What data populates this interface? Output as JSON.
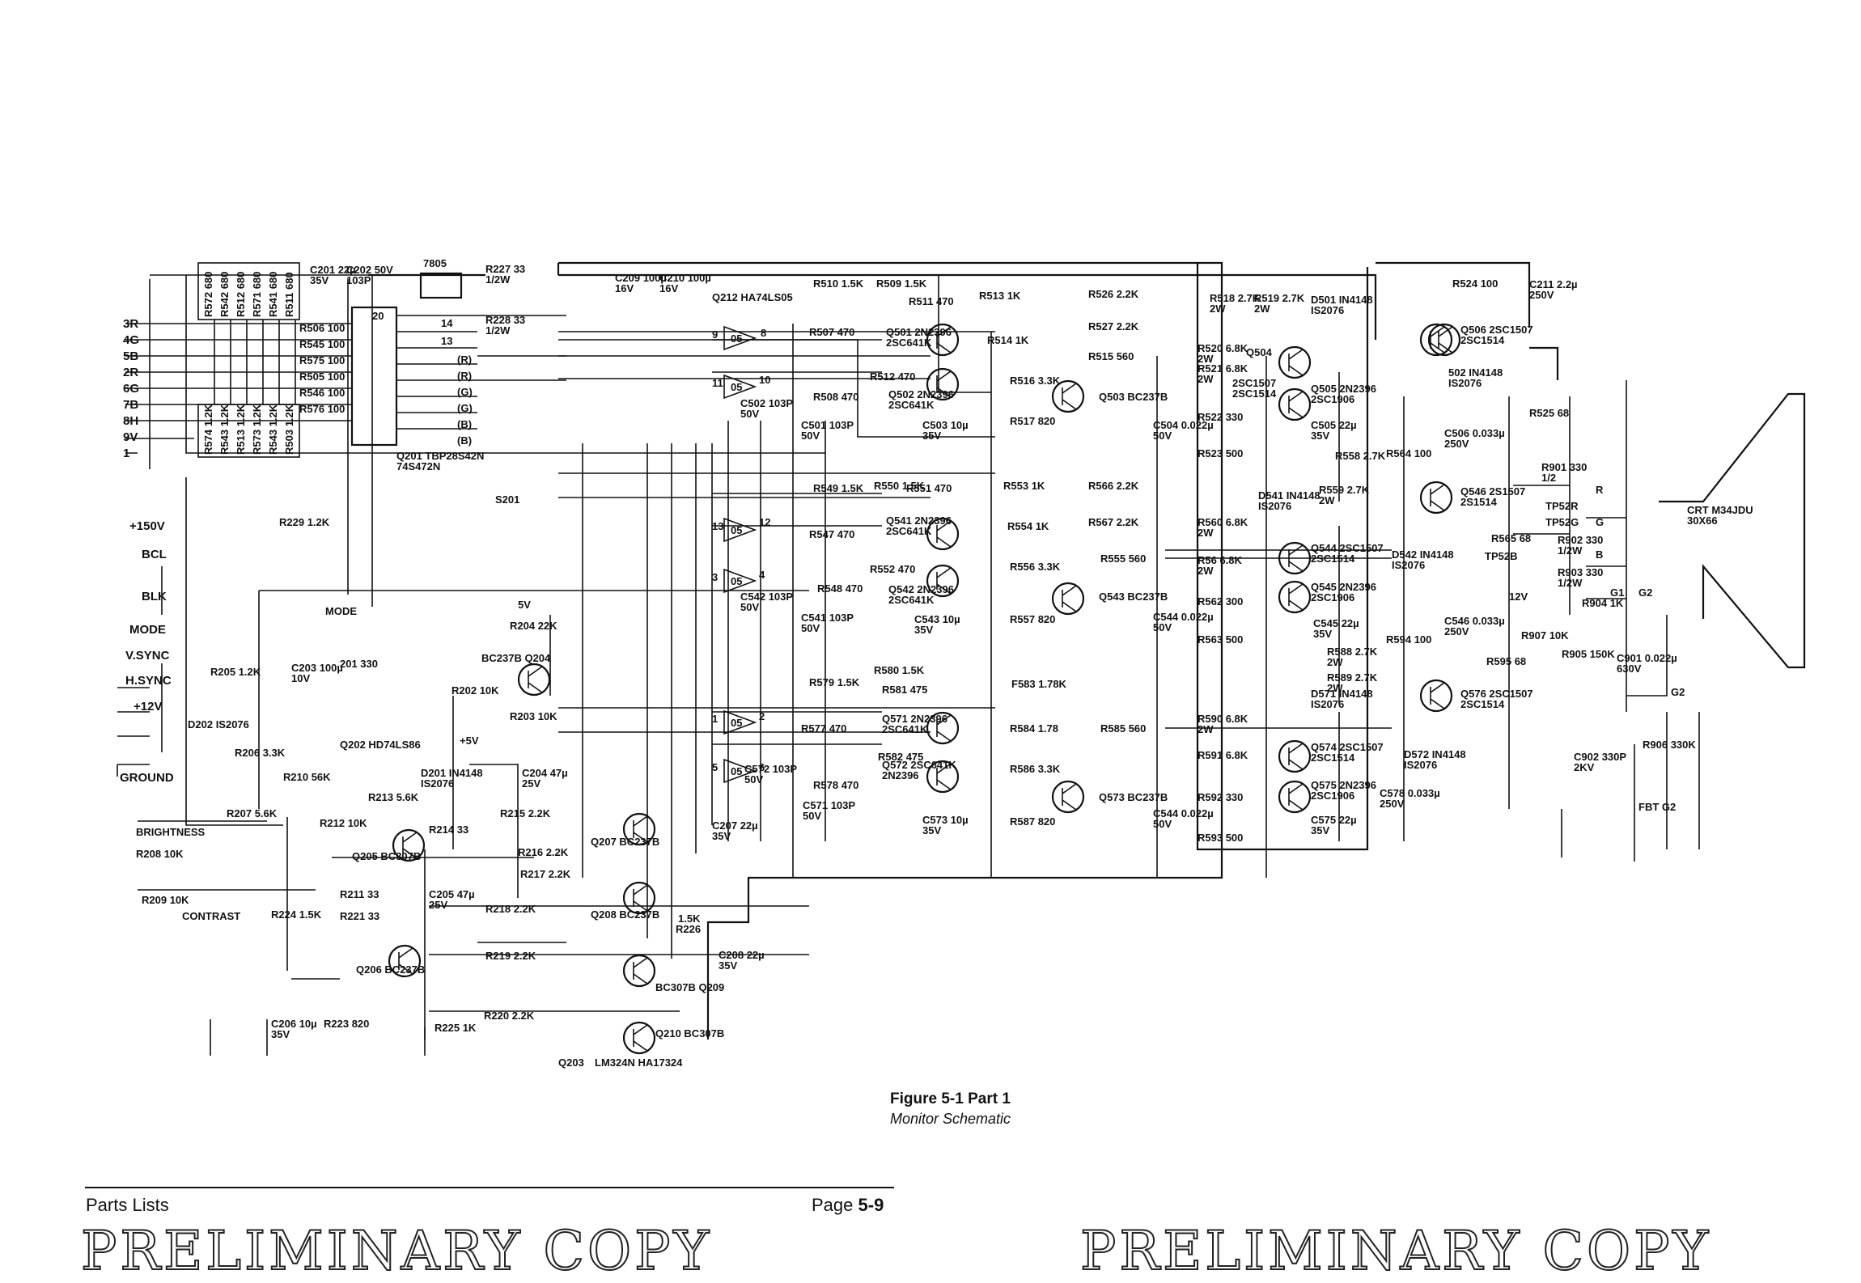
{
  "figure": {
    "title": "Figure 5-1 Part 1",
    "subtitle": "Monitor Schematic"
  },
  "footer": {
    "section": "Parts Lists",
    "page_label": "Page",
    "page_number": "5-9"
  },
  "watermark": {
    "left": "PRELIMINARY COPY",
    "right": "PRELIMINARY COPY"
  },
  "connector": {
    "pins": [
      "3R",
      "4G",
      "5B",
      "2R",
      "6G",
      "7B",
      "8H",
      "9V",
      "1"
    ],
    "vertical_resistors": [
      "R572 680",
      "R542 680",
      "R512 680",
      "R571 680",
      "R541 680",
      "R511 680"
    ],
    "lower_resistors": [
      "R574 1.2K",
      "R543 1.2K",
      "R513 1.2K",
      "R573 1.2K",
      "R543 1.2K",
      "R503 1.2K"
    ]
  },
  "inputs": [
    {
      "label": "+150V"
    },
    {
      "label": "BCL"
    },
    {
      "label": "BLK"
    },
    {
      "label": "MODE"
    },
    {
      "label": "V.SYNC"
    },
    {
      "label": "H.SYNC"
    },
    {
      "label": "+12V"
    },
    {
      "label": "GROUND"
    }
  ],
  "parts": {
    "c201": "C201 22µ 35V",
    "c202": "C202 50V 103P",
    "reg": "7805",
    "r227": "R227 33 1/2W",
    "r228": "R228 33 1/2W",
    "pin_20": "20",
    "pin_14": "14",
    "pin_13": "13",
    "q201": "Q201 TBP28S42N 74S472N",
    "rgb_lines": [
      "(R)",
      "(R)",
      "(G)",
      "(G)",
      "(B)",
      "(B)"
    ],
    "r_left": [
      "R506 100",
      "R545 100",
      "R575 100",
      "R505 100",
      "R546 100",
      "R576 100"
    ],
    "s201": "S201",
    "r229": "R229 1.2K",
    "v5": "5V",
    "mode": "MODE",
    "c203": "C203 100µ 10V",
    "r201": "201 330",
    "q202": "Q202 HD74LS86",
    "d201": "D201 IN4148 IS2076",
    "r205": "R205 1.2K",
    "d202": "D202 IS2076",
    "r206": "R206 3.3K",
    "r202": "R202 10K",
    "r203": "R203 10K",
    "r204": "R204 22K",
    "q204": "BC237B Q204",
    "v5b": "+5V",
    "r210": "R210 56K",
    "r213": "R213 5.6K",
    "c204": "C204 47µ 25V",
    "brightness": "BRIGHTNESS",
    "r207": "R207 5.6K",
    "r208": "R208 10K",
    "r209": "R209 10K",
    "contrast": "CONTRAST",
    "r212": "R212 10K",
    "r214": "R214 33",
    "q205": "Q205 BC307B",
    "r215": "R215 2.2K",
    "r216": "R216 2.2K",
    "q207": "Q207 BC237B",
    "r211": "R211 33",
    "c205": "C205 47µ 25V",
    "r217": "R217 2.2K",
    "r218": "R218 2.2K",
    "q208": "Q208 BC237B",
    "r224": "R224 1.5K",
    "r221": "R221 33",
    "q206": "Q206 BC237B",
    "r219": "R219 2.2K",
    "q209": "BC307B Q209",
    "r226": "R226",
    "r220": "R220 2.2K",
    "q210": "Q210 BC307B",
    "q203": "Q203",
    "lm324": "LM324N HA17324",
    "c206": "C206 10µ 35V",
    "r223": "R223 820",
    "r225": "R225 1K",
    "c207": "C207 22µ 35V",
    "c208": "C208 22µ 35V",
    "r15k": "1.5K",
    "c209": "C209 100µ 16V",
    "c210": "C210 100µ 16V",
    "q212": "Q212 HA74LS05",
    "r510": "R510 1.5K",
    "r509": "R509 1.5K",
    "r511": "R511 470",
    "r507": "R507 470",
    "q501": "Q501 2N2396 2SC641K",
    "r512": "R512 470",
    "q502": "Q502 2N2396 2SC641K",
    "r508": "R508 470",
    "c502": "C502 103P 50V",
    "c501": "C501 103P 50V",
    "c503": "C503 10µ 35V",
    "r513": "R513 1K",
    "r514": "R514 1K",
    "r526": "R526 2.2K",
    "r527": "R527 2.2K",
    "r515": "R515 560",
    "r516": "R516 3.3K",
    "r517": "R517 820",
    "q503": "Q503 BC237B",
    "r549": "R549 1.5K",
    "r550": "R550 1.5K",
    "r551": "R551 470",
    "r547": "R547 470",
    "q541": "Q541 2N2396 2SC641K",
    "r552": "R552 470",
    "q542": "Q542 2N2396 2SC641K",
    "r548": "R548 470",
    "c542": "C542 103P 50V",
    "c541": "C541 103P 50V",
    "c543": "C543 10µ 35V",
    "r553": "R553 1K",
    "r554": "R554 1K",
    "r566": "R566 2.2K",
    "r567": "R567 2.2K",
    "r555": "R555 560",
    "r556": "R556 3.3K",
    "r557": "R557 820",
    "q543": "Q543 BC237B",
    "r579": "R579 1.5K",
    "r580": "R580 1.5K",
    "r581": "R581 475",
    "r577": "R577 470",
    "q571": "Q571 2N2396 2SC641K",
    "r582": "R582 475",
    "q572": "Q572 2SC641K 2N2396",
    "r578": "R578 470",
    "c572": "C572 103P 50V",
    "c571": "C571 103P 50V",
    "c573": "C573 10µ 35V",
    "r583": "F583 1.78K",
    "r584": "R584 1.78",
    "r585": "R585 560",
    "r586": "R586 3.3K",
    "r587": "R587 820",
    "q573": "Q573 BC237B",
    "r518": "R518 2.7K 2W",
    "r519": "R519 2.7K 2W",
    "d501": "D501 IN4148 IS2076",
    "r520": "R520 6.8K 2W",
    "q504": "Q504",
    "r521": "R521 6.8K 2W",
    "q504b": "2SC1507 2SC1514",
    "q505": "Q505 2N2396 2SC1906",
    "r522": "R522 330",
    "r523": "R523 500",
    "c504": "C504 0.022µ 50V",
    "c505": "C505 22µ 35V",
    "r558": "R558 2.7K",
    "r559": "R559 2.7K 2W",
    "d541": "D541 IN4148 IS2076",
    "r560": "R560 6.8K 2W",
    "r561": "R56 6.8K 2W",
    "q544": "Q544 2SC1507 2SC1514",
    "q545": "Q545 2N2396 2SC1906",
    "r562": "R562 300",
    "r563": "R563 500",
    "c544a": "C544 0.022µ 50V",
    "c545": "C545 22µ 35V",
    "r588": "R588 2.7K 2W",
    "r589": "R589 2.7K 2W",
    "d571": "D571 IN4148 IS2076",
    "r590": "R590 6.8K 2W",
    "r591": "R591 6.8K",
    "q574": "Q574 2SC1507 2SC1514",
    "q575": "Q575 2N2396 2SC1906",
    "r592": "R592 330",
    "r593": "R593 500",
    "c544b": "C544 0.022µ 50V",
    "c575": "C575 22µ 35V",
    "r524": "R524 100",
    "c211": "C211 2.2µ 250V",
    "q506": "Q506 2SC1507 2SC1514",
    "d502": "502 IN4148 IS2076",
    "r564": "R564 100",
    "c506": "C506 0.033µ 250V",
    "r525": "R525 68",
    "q546": "Q546 2S1507 2S1514",
    "d542": "D542 IN4148 IS2076",
    "r565": "R565 68",
    "r594": "R594 100",
    "c546": "C546 0.033µ 250V",
    "r595": "R595 68",
    "q576": "Q576 2SC1507 2SC1514",
    "d572": "D572 IN4148 IS2076",
    "c578": "C578 0.033µ 250V",
    "r901": "R901 330 1/2",
    "tp52r": "TP52R",
    "tp52g": "TP52G",
    "tp52b": "TP52B",
    "r902": "R902 330 1/2W",
    "r903": "R903 330 1/2W",
    "v12": "12V",
    "r904": "R904 1K",
    "r907": "R907 10K",
    "r905": "R905 150K",
    "c901": "C901 0.022µ 630V",
    "g1": "G1",
    "g2": "G2",
    "g2b": "G2",
    "crt_r": "R",
    "crt_g": "G",
    "crt_b": "B",
    "crt": "CRT M34JDU 30X66",
    "c902": "C902 330P 2KV",
    "r906": "R906 330K",
    "fbt": "FBT G2",
    "in_9": "9",
    "in_8": "8",
    "in_11": "11",
    "in_10": "10",
    "in_13": "13",
    "in_12": "12",
    "in_3": "3",
    "in_4": "4",
    "in_1": "1",
    "in_2": "2",
    "in_5": "5",
    "in_6": "6",
    "gate_05": "05"
  }
}
